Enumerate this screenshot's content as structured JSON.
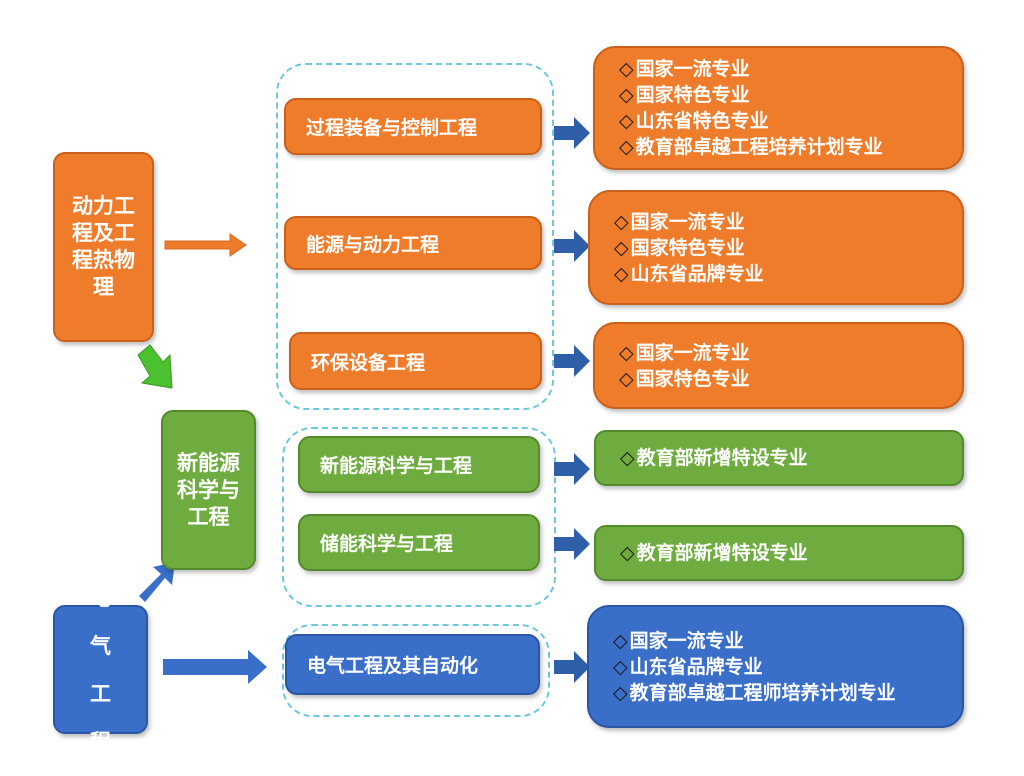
{
  "colors": {
    "orange": "#ef7c2a",
    "green": "#6fac3f",
    "blue": "#3a6fc9",
    "dashed_border": "#6ec7dd",
    "diagonal_arrow_green": "#4cc12f"
  },
  "disciplines": {
    "power": "动力工程及工程热物理",
    "new_energy": "新能源科学与工程",
    "electrical": "电气工程"
  },
  "programs": {
    "process_equipment": "过程装备与控制工程",
    "energy_power": "能源与动力工程",
    "environmental": "环保设备工程",
    "new_energy_sci": "新能源科学与工程",
    "energy_storage": "储能科学与工程",
    "electrical_automation": "电气工程及其自动化"
  },
  "honors": {
    "process_equipment": [
      "国家一流专业",
      "国家特色专业",
      "山东省特色专业",
      "教育部卓越工程培养计划专业"
    ],
    "energy_power": [
      "国家一流专业",
      "国家特色专业",
      "山东省品牌专业"
    ],
    "environmental": [
      "国家一流专业",
      "国家特色专业"
    ],
    "new_energy_sci": [
      "教育部新增特设专业"
    ],
    "energy_storage": [
      "教育部新增特设专业"
    ],
    "electrical_automation": [
      "国家一流专业",
      "山东省品牌专业",
      "教育部卓越工程师培养计划专业"
    ]
  }
}
